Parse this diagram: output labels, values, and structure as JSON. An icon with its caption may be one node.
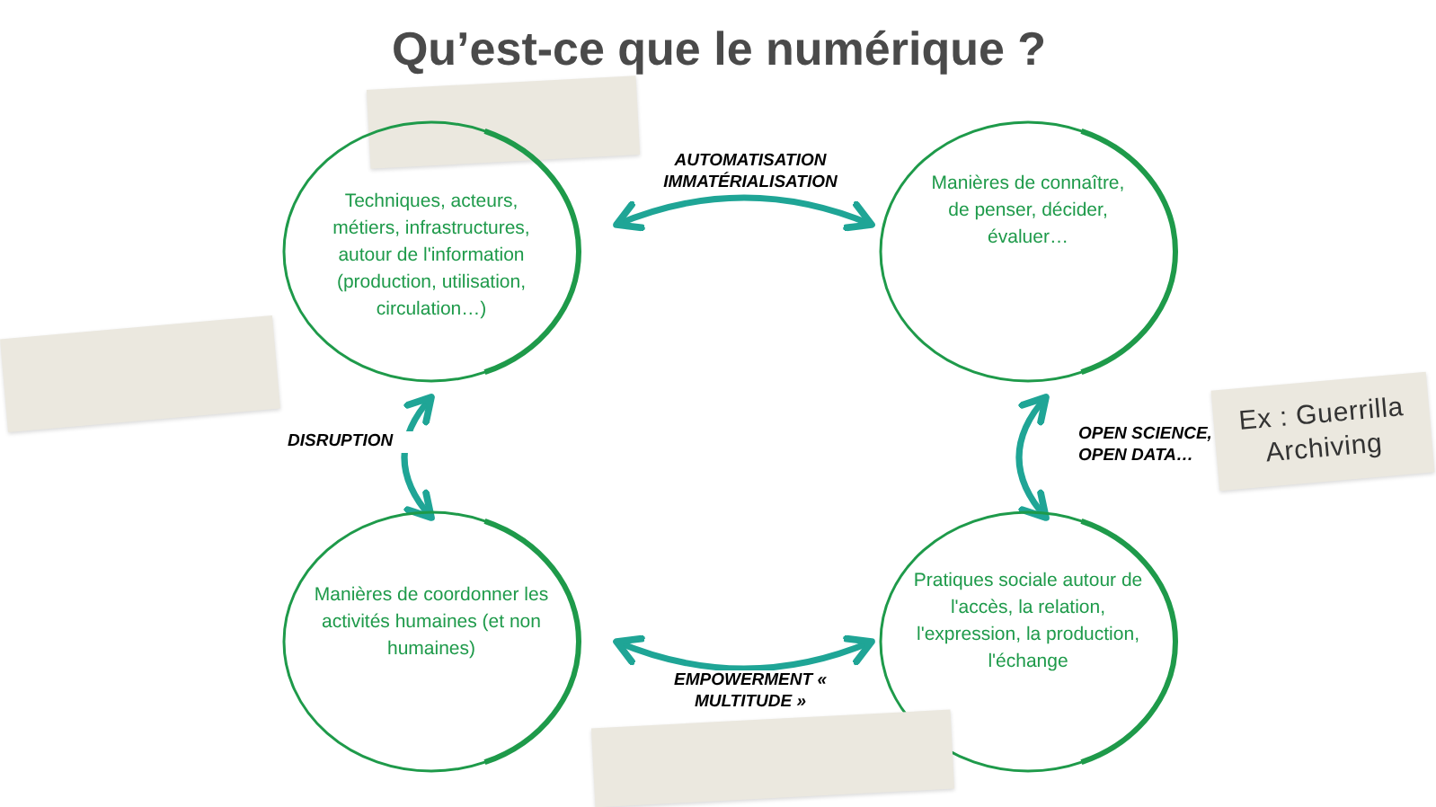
{
  "diagram": {
    "title": "Qu’est-ce que le numérique ?",
    "nodes": [
      {
        "text": [],
        "shape": "box"
      },
      {
        "text": [
          "Techniques, acteurs, métiers, infrastructures, autour de l'information (production, utilisation, circulation…)"
        ]
      },
      {
        "text": [
          "Manières de connaître, de penser, décider, évaluer…"
        ]
      },
      {
        "text": [],
        "shape": "box"
      },
      {
        "text": [
          "Ex : Guerrilla Archiving"
        ]
      },
      {
        "text": [
          "Manières de coordonner les activités humaines (et non humaines)"
        ]
      },
      {
        "text": [
          "Pratiques sociale autour de l'accès, la relation, l'expression, la production, l'échange"
        ]
      },
      {
        "text": [],
        "shape": "box"
      }
    ],
    "edges": [
      {
        "from": 1,
        "to": 2,
        "arrow": "both",
        "label": "AUTOMATISATION IMMATÉRIALISATION"
      },
      {
        "from": 1,
        "to": 5,
        "arrow": "both",
        "label": "DISRUPTION"
      },
      {
        "from": 2,
        "to": 6,
        "arrow": "both",
        "label": "OPEN SCIENCE, OPEN DATA…"
      },
      {
        "from": 5,
        "to": 6,
        "arrow": "both",
        "label": "EMPOWERMENT « MULTITUDE »"
      }
    ]
  }
}
